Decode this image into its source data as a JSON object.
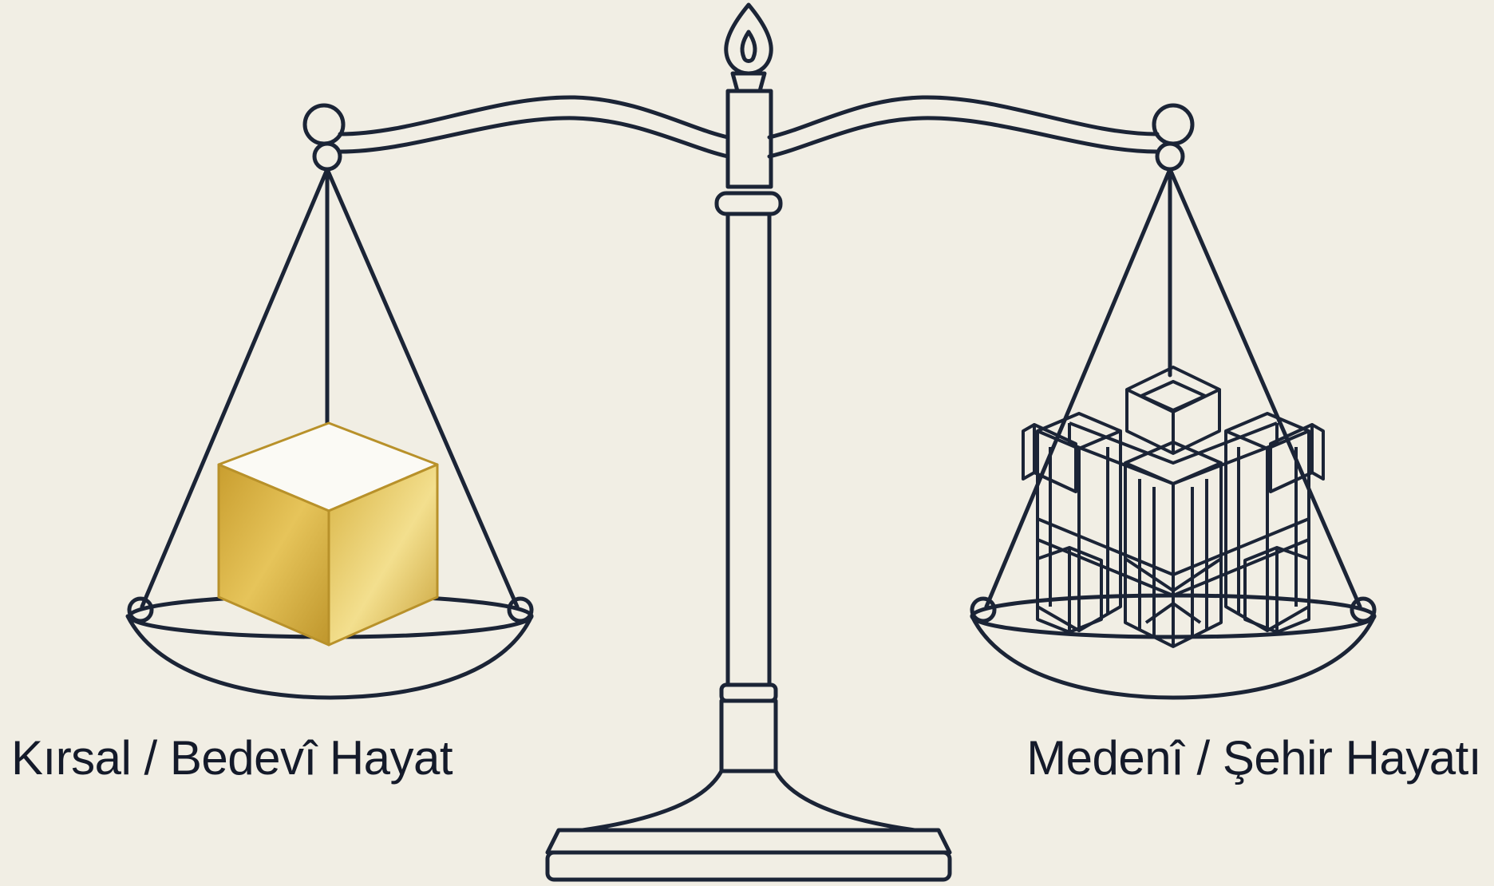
{
  "labels": {
    "left": "Kırsal / Bedevî Hayat",
    "right": "Medenî / Şehir Hayatı"
  },
  "colors": {
    "background": "#f1eee4",
    "line": "#1b2436",
    "gold_light": "#f3e29a",
    "gold_mid": "#d9b54a",
    "gold_dark": "#b8912a",
    "cube_top": "#fbfaf5"
  },
  "objects": {
    "left_pan_item": "gold-cube",
    "right_pan_item": "complex-lattice-structure"
  }
}
